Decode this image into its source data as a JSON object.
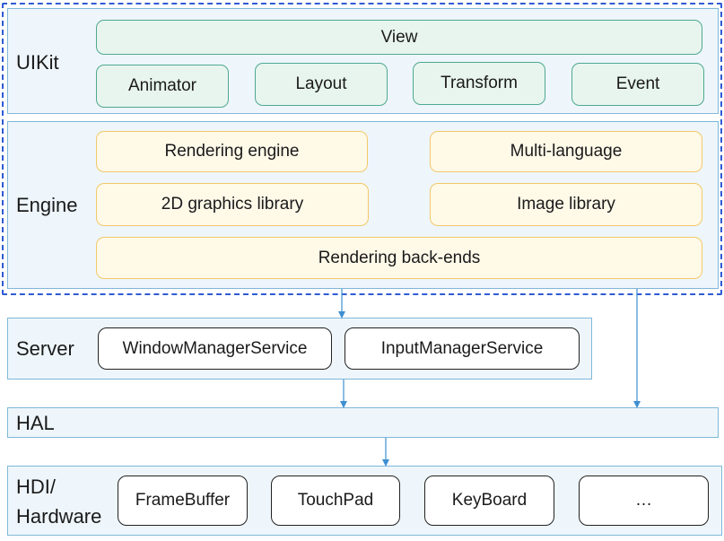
{
  "uikit": {
    "label": "UIKit",
    "view": "View",
    "animator": "Animator",
    "layout": "Layout",
    "transform": "Transform",
    "event": "Event"
  },
  "engine": {
    "label": "Engine",
    "rendering_engine": "Rendering engine",
    "multi_language": "Multi-language",
    "graphics_2d": "2D graphics library",
    "image_library": "Image library",
    "rendering_backends": "Rendering back-ends"
  },
  "server": {
    "label": "Server",
    "window_manager": "WindowManagerService",
    "input_manager": "InputManagerService"
  },
  "hal": {
    "label": "HAL"
  },
  "hdi": {
    "label_line1": "HDI/",
    "label_line2": "Hardware",
    "framebuffer": "FrameBuffer",
    "touchpad": "TouchPad",
    "keyboard": "KeyBoard",
    "more": "…"
  },
  "colors": {
    "dashed_border": "#2f5bd3",
    "layer_fill": "#eef6fb",
    "layer_border": "#7fb7d8",
    "uikit_box_fill": "#e8f5ee",
    "uikit_box_border": "#4ea88f",
    "engine_box_fill": "#fff9e8",
    "engine_box_border": "#f2c96a",
    "arrow": "#3d8fd1"
  }
}
